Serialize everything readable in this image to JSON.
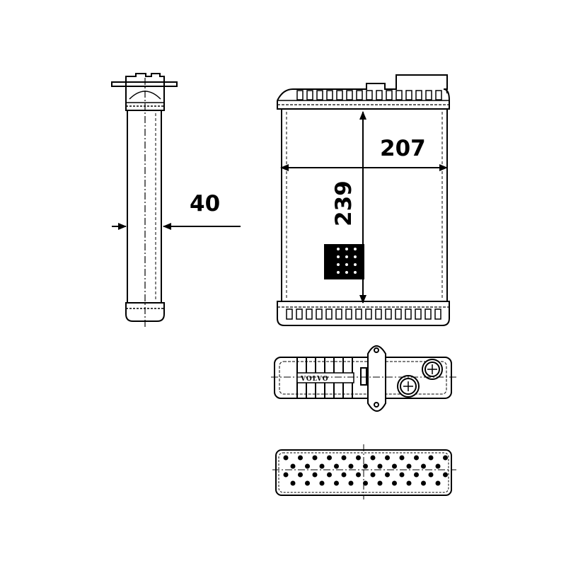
{
  "drawing": {
    "subject": "",
    "dimensions": {
      "depth": "40",
      "width": "207",
      "height": "239"
    },
    "top_view_logo": "VOLVO",
    "colors": {
      "ink": "#000000",
      "paper": "#ffffff"
    }
  }
}
